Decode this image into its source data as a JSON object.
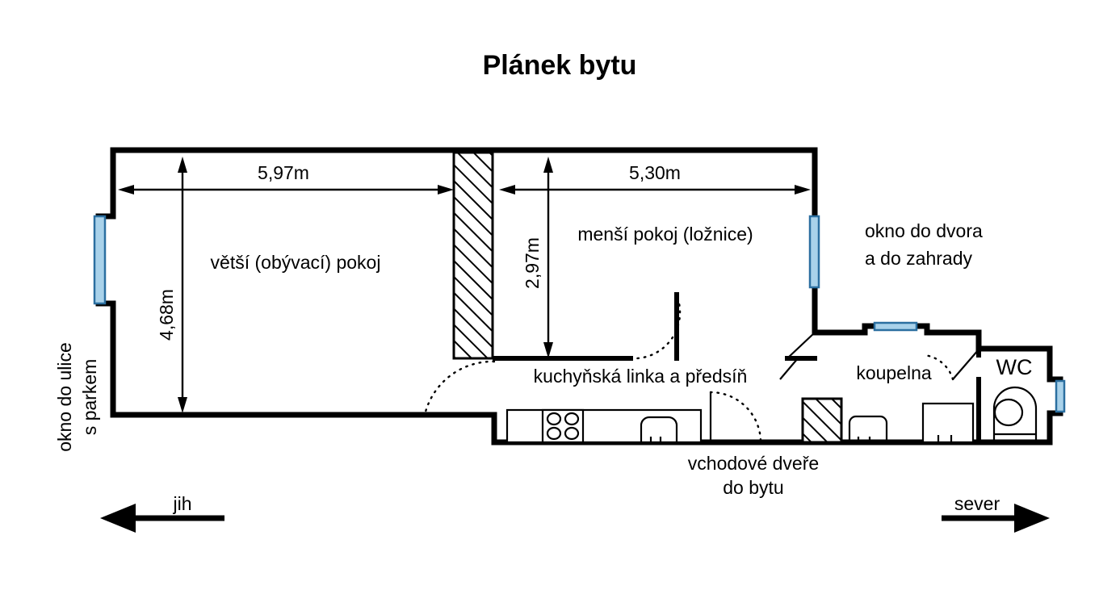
{
  "title": "Plánek bytu",
  "colors": {
    "window_glass": "#a9d2ea",
    "window_frame": "#2b6fa0",
    "wall": "#000000",
    "background": "#ffffff",
    "hatch": "#000000"
  },
  "dimensions": {
    "living_room_width": "5,97m",
    "bedroom_width": "5,30m",
    "living_room_depth": "4,68m",
    "bedroom_depth": "2,97m"
  },
  "rooms": {
    "living_room": "větší (obývací) pokoj",
    "bedroom": "menší pokoj (ložnice)",
    "kitchen_hall": "kuchyňská linka a předsíň",
    "bathroom": "koupelna",
    "wc": "WC"
  },
  "annotations": {
    "window_street": "okno do ulice",
    "window_street_line2": "s parkem",
    "window_yard_line1": "okno do dvora",
    "window_yard_line2": "a do zahrady",
    "entrance_line1": "vchodové dveře",
    "entrance_line2": "do bytu"
  },
  "compass": {
    "south": "jih",
    "north": "sever"
  },
  "icons": {
    "south_arrow": "arrow-left-icon",
    "north_arrow": "arrow-right-icon",
    "stove": "stove-icon",
    "sink": "sink-icon",
    "washbasin": "washbasin-icon",
    "bathtub": "bathtub-icon",
    "toilet": "toilet-icon"
  }
}
